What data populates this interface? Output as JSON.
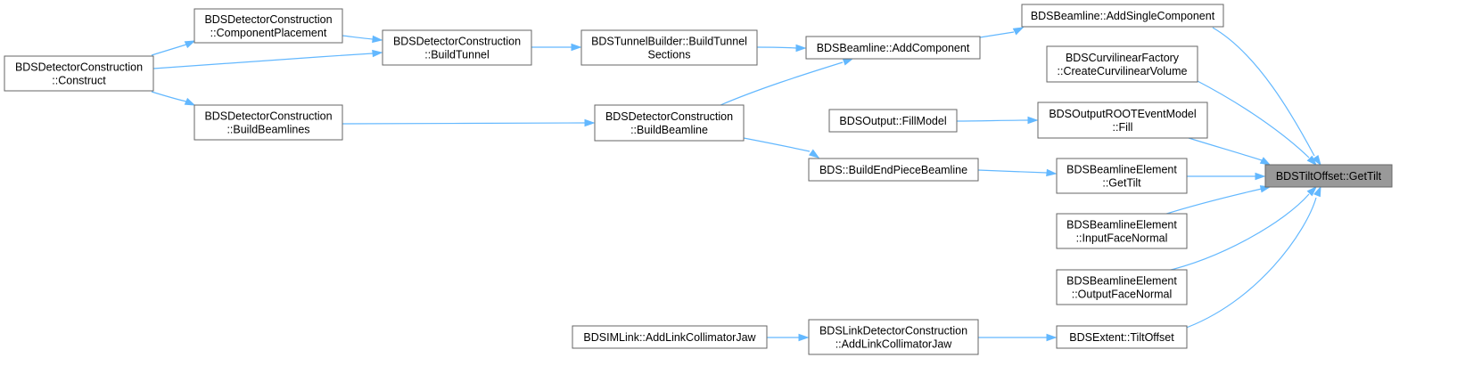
{
  "graph": {
    "root": "root",
    "nodes": [
      {
        "id": "dc_construct",
        "lines": [
          "BDSDetectorConstruction",
          "::Construct"
        ]
      },
      {
        "id": "dc_compplace",
        "lines": [
          "BDSDetectorConstruction",
          "::ComponentPlacement"
        ]
      },
      {
        "id": "dc_buildtunnel",
        "lines": [
          "BDSDetectorConstruction",
          "::BuildTunnel"
        ]
      },
      {
        "id": "dc_buildbeamlines",
        "lines": [
          "BDSDetectorConstruction",
          "::BuildBeamlines"
        ]
      },
      {
        "id": "tb_buildtunnel",
        "lines": [
          "BDSTunnelBuilder::BuildTunnel",
          "Sections"
        ]
      },
      {
        "id": "dc_buildbeamline",
        "lines": [
          "BDSDetectorConstruction",
          "::BuildBeamline"
        ]
      },
      {
        "id": "bl_addcomp",
        "lines": [
          "BDSBeamline::AddComponent"
        ]
      },
      {
        "id": "out_fillmodel",
        "lines": [
          "BDSOutput::FillModel"
        ]
      },
      {
        "id": "bds_endpiece",
        "lines": [
          "BDS::BuildEndPieceBeamline"
        ]
      },
      {
        "id": "iml_addjaw",
        "lines": [
          "BDSIMLink::AddLinkCollimatorJaw"
        ]
      },
      {
        "id": "ldc_addjaw",
        "lines": [
          "BDSLinkDetectorConstruction",
          "::AddLinkCollimatorJaw"
        ]
      },
      {
        "id": "bl_addsingle",
        "lines": [
          "BDSBeamline::AddSingleComponent"
        ]
      },
      {
        "id": "cf_create",
        "lines": [
          "BDSCurvilinearFactory",
          "::CreateCurvilinearVolume"
        ]
      },
      {
        "id": "oref_fill",
        "lines": [
          "BDSOutputROOTEventModel",
          "::Fill"
        ]
      },
      {
        "id": "ble_gettilt",
        "lines": [
          "BDSBeamlineElement",
          "::GetTilt"
        ]
      },
      {
        "id": "ble_input",
        "lines": [
          "BDSBeamlineElement",
          "::InputFaceNormal"
        ]
      },
      {
        "id": "ble_output",
        "lines": [
          "BDSBeamlineElement",
          "::OutputFaceNormal"
        ]
      },
      {
        "id": "ext_tilt",
        "lines": [
          "BDSExtent::TiltOffset"
        ]
      },
      {
        "id": "root",
        "lines": [
          "BDSTiltOffset::GetTilt"
        ]
      }
    ],
    "edges": [
      {
        "from": "dc_construct",
        "to": "dc_compplace"
      },
      {
        "from": "dc_construct",
        "to": "dc_buildtunnel"
      },
      {
        "from": "dc_construct",
        "to": "dc_buildbeamlines"
      },
      {
        "from": "dc_compplace",
        "to": "dc_buildtunnel"
      },
      {
        "from": "dc_buildtunnel",
        "to": "tb_buildtunnel"
      },
      {
        "from": "dc_buildbeamlines",
        "to": "dc_buildbeamline"
      },
      {
        "from": "tb_buildtunnel",
        "to": "bl_addcomp"
      },
      {
        "from": "dc_buildbeamline",
        "to": "bl_addcomp"
      },
      {
        "from": "dc_buildbeamline",
        "to": "bds_endpiece"
      },
      {
        "from": "bl_addcomp",
        "to": "bl_addsingle"
      },
      {
        "from": "out_fillmodel",
        "to": "oref_fill"
      },
      {
        "from": "bds_endpiece",
        "to": "ble_gettilt"
      },
      {
        "from": "iml_addjaw",
        "to": "ldc_addjaw"
      },
      {
        "from": "ldc_addjaw",
        "to": "ext_tilt"
      },
      {
        "from": "bl_addsingle",
        "to": "root"
      },
      {
        "from": "cf_create",
        "to": "root"
      },
      {
        "from": "oref_fill",
        "to": "root"
      },
      {
        "from": "ble_gettilt",
        "to": "root"
      },
      {
        "from": "ble_input",
        "to": "root"
      },
      {
        "from": "ble_output",
        "to": "root"
      },
      {
        "from": "ext_tilt",
        "to": "root"
      }
    ],
    "colors": {
      "edge": "#63b8ff",
      "node_border": "#666666",
      "root_fill": "#999999"
    }
  }
}
